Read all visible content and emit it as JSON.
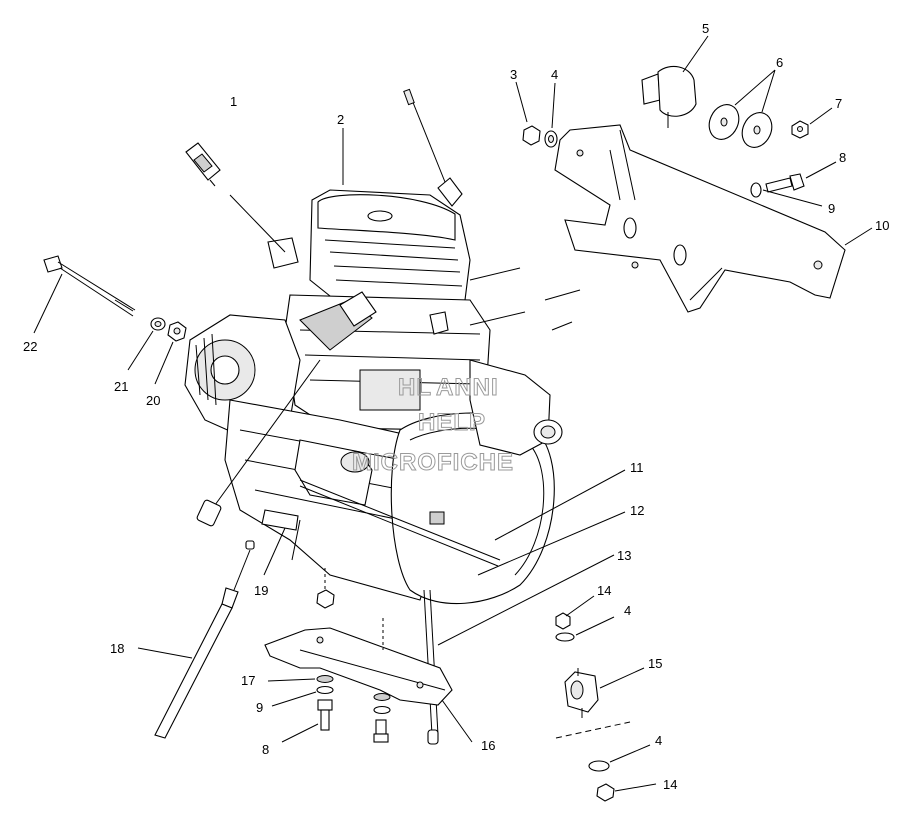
{
  "watermark": {
    "line1": "HL",
    "line2": "ANNI",
    "line3": "HELP",
    "line4": "MICROFICHE"
  },
  "callouts": [
    {
      "id": "c1",
      "text": "1"
    },
    {
      "id": "c2",
      "text": "2"
    },
    {
      "id": "c3",
      "text": "3"
    },
    {
      "id": "c4a",
      "text": "4"
    },
    {
      "id": "c5",
      "text": "5"
    },
    {
      "id": "c6",
      "text": "6"
    },
    {
      "id": "c7",
      "text": "7"
    },
    {
      "id": "c8a",
      "text": "8"
    },
    {
      "id": "c9a",
      "text": "9"
    },
    {
      "id": "c10",
      "text": "10"
    },
    {
      "id": "c11",
      "text": "11"
    },
    {
      "id": "c12",
      "text": "12"
    },
    {
      "id": "c13",
      "text": "13"
    },
    {
      "id": "c14a",
      "text": "14"
    },
    {
      "id": "c4b",
      "text": "4"
    },
    {
      "id": "c15",
      "text": "15"
    },
    {
      "id": "c4c",
      "text": "4"
    },
    {
      "id": "c14b",
      "text": "14"
    },
    {
      "id": "c16",
      "text": "16"
    },
    {
      "id": "c17",
      "text": "17"
    },
    {
      "id": "c9b",
      "text": "9"
    },
    {
      "id": "c8b",
      "text": "8"
    },
    {
      "id": "c18",
      "text": "18"
    },
    {
      "id": "c19",
      "text": "19"
    },
    {
      "id": "c20",
      "text": "20"
    },
    {
      "id": "c21",
      "text": "21"
    },
    {
      "id": "c22",
      "text": "22"
    }
  ]
}
